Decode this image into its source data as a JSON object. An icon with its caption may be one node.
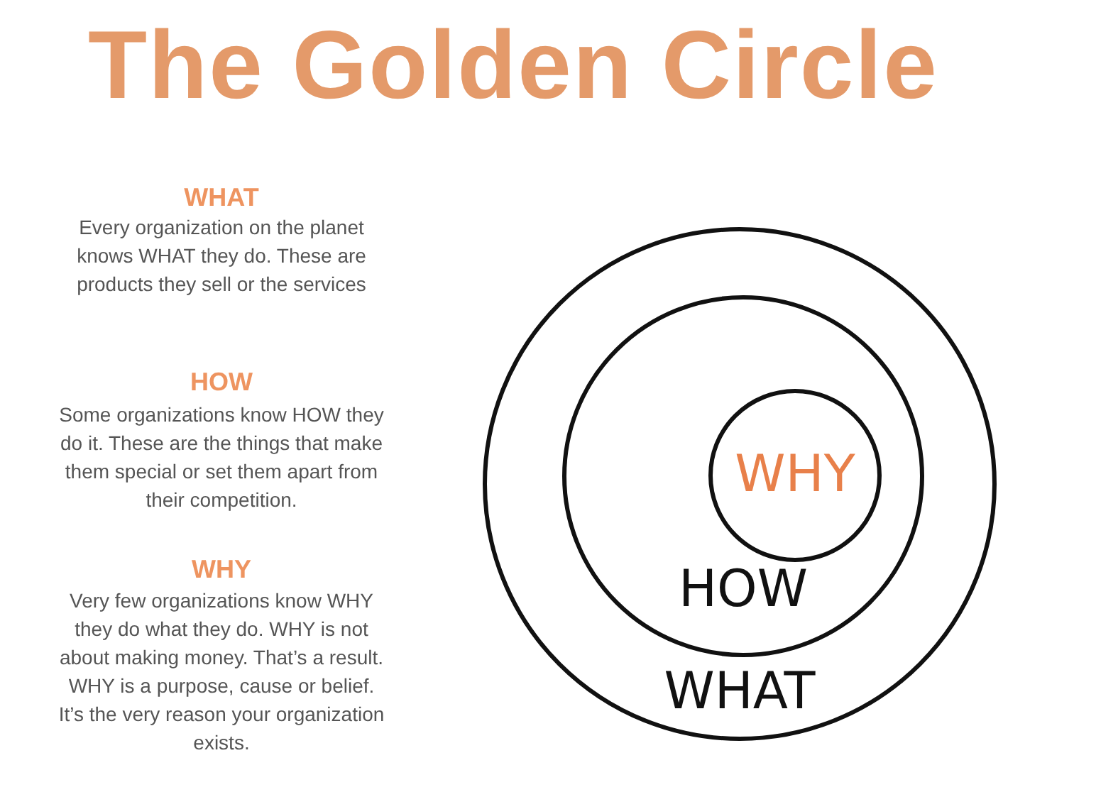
{
  "diagram": {
    "title": "The Golden Circle",
    "nodes": [
      {
        "text": [
          "WHAT"
        ]
      },
      {
        "text": [
          "HOW"
        ],
        "in": 0
      },
      {
        "text": [
          "WHY"
        ],
        "in": 1
      }
    ],
    "edges": [],
    "labels": [
      "WHAT",
      "Every organization on the planet knows WHAT they do. These are products they sell or the services",
      "HOW",
      "Some organizations know HOW they do it. These are the things that make them special or set them apart from their competition.",
      "WHY",
      "Very few organizations know WHY they do what they do. WHY is not about making money. That’s a result. WHY is a purpose, cause or belief. It’s the very reason your organization exists."
    ]
  }
}
